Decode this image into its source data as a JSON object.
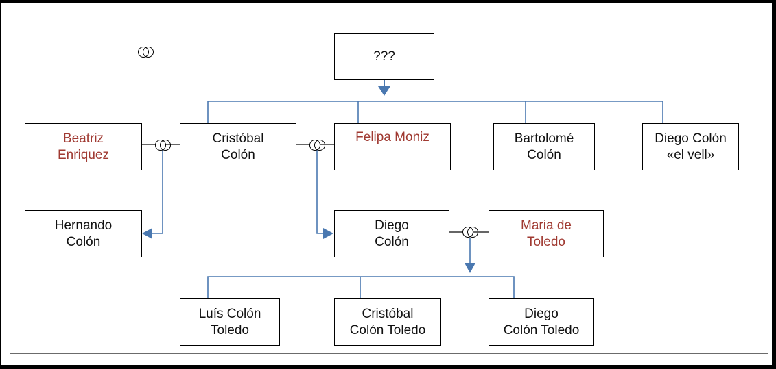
{
  "colors": {
    "spouse_text": "#a03a32",
    "connector": "#4a78b0",
    "box_border": "#000000"
  },
  "legend": {
    "marriage_symbol": "marriage-rings-icon"
  },
  "nodes": {
    "unknown_parent": "???",
    "beatriz": "Beatriz\nEnriquez",
    "cristobal": "Cristóbal\nColón",
    "felipa": "Felipa Moniz",
    "bartolome": "Bartolomé\nColón",
    "diego_vell": "Diego Colón\n«el vell»",
    "hernando": "Hernando\nColón",
    "diego": "Diego\nColón",
    "maria": "Maria de\nToledo",
    "luis": "Luís Colón\nToledo",
    "cristobal_toledo": "Cristóbal\nColón Toledo",
    "diego_toledo": "Diego\nColón Toledo"
  }
}
